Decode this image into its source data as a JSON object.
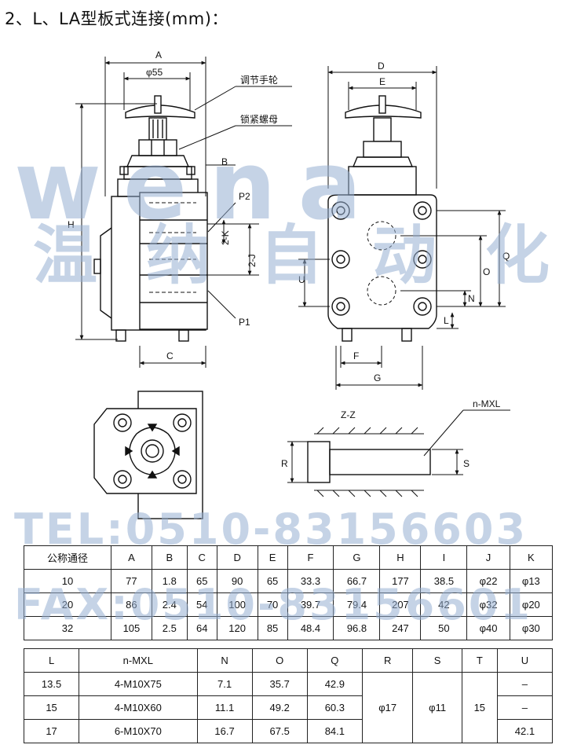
{
  "heading": "2、L、LA型板式连接(mm)：",
  "watermark": {
    "brand": "wena",
    "cn": "温纳自动化",
    "tel": "TEL:0510-83156603",
    "fax": "FAX:0510-83156601"
  },
  "drawing_labels": {
    "A": "A",
    "phi55": "φ55",
    "handwheel": "调节手轮",
    "locknut": "锁紧螺母",
    "B": "B",
    "H": "H",
    "P2": "P2",
    "K2": "2-K",
    "J2": "2-J",
    "P1": "P1",
    "C": "C",
    "D": "D",
    "E": "E",
    "U": "U",
    "O": "O",
    "Q": "Q",
    "N": "N",
    "L": "L",
    "F": "F",
    "G": "G",
    "ZZ": "Z-Z",
    "nMXL": "n-MXL",
    "R": "R",
    "S": "S"
  },
  "table1": {
    "headers": [
      "公称通径",
      "A",
      "B",
      "C",
      "D",
      "E",
      "F",
      "G",
      "H",
      "I",
      "J",
      "K"
    ],
    "rows": [
      [
        "10",
        "77",
        "1.8",
        "65",
        "90",
        "65",
        "33.3",
        "66.7",
        "177",
        "38.5",
        "φ22",
        "φ13"
      ],
      [
        "20",
        "86",
        "2.4",
        "54",
        "100",
        "70",
        "39.7",
        "79.4",
        "207",
        "42",
        "φ32",
        "φ20"
      ],
      [
        "32",
        "105",
        "2.5",
        "64",
        "120",
        "85",
        "48.4",
        "96.8",
        "247",
        "50",
        "φ40",
        "φ30"
      ]
    ]
  },
  "table2": {
    "headers": [
      "L",
      "n-MXL",
      "N",
      "O",
      "Q",
      "R",
      "S",
      "T",
      "U"
    ],
    "rows": [
      [
        "13.5",
        "4-M10X75",
        "7.1",
        "35.7",
        "42.9",
        "–"
      ],
      [
        "15",
        "4-M10X60",
        "11.1",
        "49.2",
        "60.3",
        "–"
      ],
      [
        "17",
        "6-M10X70",
        "16.7",
        "67.5",
        "84.1",
        "42.1"
      ]
    ],
    "merged": {
      "R": "φ17",
      "S": "φ11",
      "T": "15"
    }
  }
}
